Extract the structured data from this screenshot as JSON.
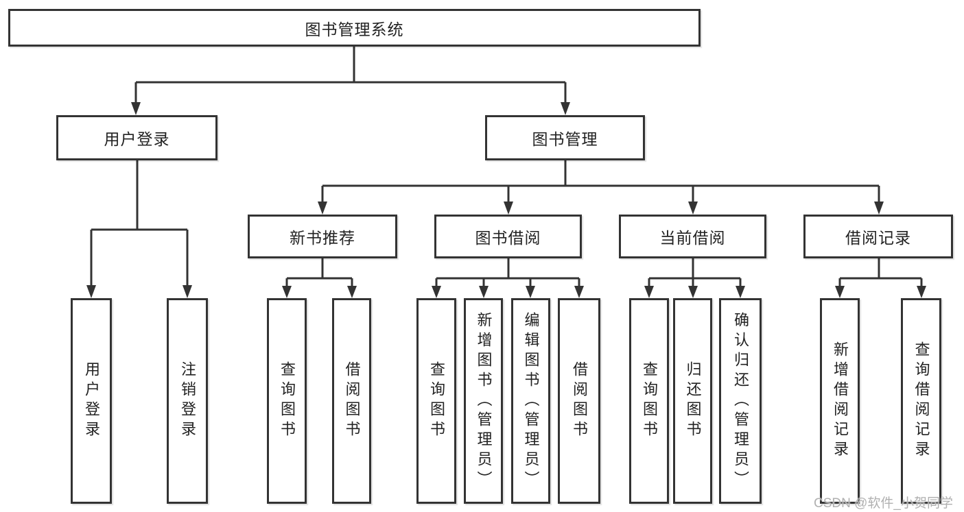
{
  "diagram": {
    "title": "图书管理系统",
    "nodes": {
      "root": "图书管理系统",
      "user_login_group": "用户登录",
      "book_management": "图书管理",
      "new_book_recommend": "新书推荐",
      "book_borrowing": "图书借阅",
      "current_borrowing": "当前借阅",
      "borrowing_records": "借阅记录",
      "leaf_user_login": "用户登录",
      "leaf_logout": "注销登录",
      "leaf_rec_query_books": "查询图书",
      "leaf_rec_borrow_books": "借阅图书",
      "leaf_bb_query_books": "查询图书",
      "leaf_bb_add_books_admin": "新增图书（管理员）",
      "leaf_bb_edit_books_admin": "编辑图书（管理员）",
      "leaf_bb_borrow_books": "借阅图书",
      "leaf_cb_query_books": "查询图书",
      "leaf_cb_return_books": "归还图书",
      "leaf_cb_confirm_return_admin": "确认归还（管理员）",
      "leaf_br_add_record": "新增借阅记录",
      "leaf_br_query_record": "查询借阅记录"
    },
    "edges": [
      [
        "图书管理系统",
        "用户登录"
      ],
      [
        "图书管理系统",
        "图书管理"
      ],
      [
        "用户登录",
        "用户登录"
      ],
      [
        "用户登录",
        "注销登录"
      ],
      [
        "图书管理",
        "新书推荐"
      ],
      [
        "图书管理",
        "图书借阅"
      ],
      [
        "图书管理",
        "当前借阅"
      ],
      [
        "图书管理",
        "借阅记录"
      ],
      [
        "新书推荐",
        "查询图书"
      ],
      [
        "新书推荐",
        "借阅图书"
      ],
      [
        "图书借阅",
        "查询图书"
      ],
      [
        "图书借阅",
        "新增图书（管理员）"
      ],
      [
        "图书借阅",
        "编辑图书（管理员）"
      ],
      [
        "图书借阅",
        "借阅图书"
      ],
      [
        "当前借阅",
        "查询图书"
      ],
      [
        "当前借阅",
        "归还图书"
      ],
      [
        "当前借阅",
        "确认归还（管理员）"
      ],
      [
        "借阅记录",
        "新增借阅记录"
      ],
      [
        "借阅记录",
        "查询借阅记录"
      ]
    ]
  },
  "watermark": "CSDN @软件_小贺同学",
  "colors": {
    "line": "#333333",
    "box_border": "#333333",
    "box_fill": "#ffffff",
    "text": "#222222",
    "watermark": "#b0b0b0",
    "background": "#ffffff"
  }
}
